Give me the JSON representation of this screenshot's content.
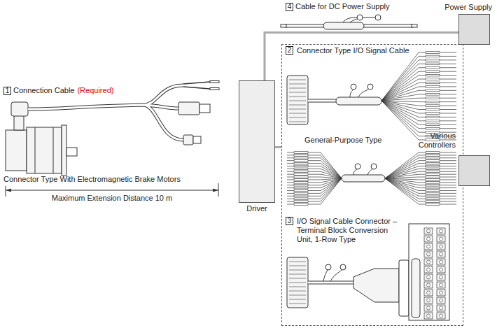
{
  "diagram": {
    "nodes": [
      {
        "text": [
          "Driver"
        ]
      },
      {
        "text": [
          "Power Supply"
        ]
      },
      {
        "text": [
          "Connector Type I/O Signal Cable",
          "General-Purpose Type",
          "I/O Signal Cable Connector – Terminal Block Conversion Unit, 1-Row Type"
        ]
      },
      {
        "text": [
          "Various Controllers"
        ]
      }
    ],
    "edges": [
      {
        "from": 0,
        "to": 1,
        "arrow": "none"
      },
      {
        "from": 0,
        "to": 2,
        "arrow": "none"
      }
    ],
    "labels": [
      "1",
      "Connection Cable",
      "(Required)",
      "Connector Type With Electromagnetic Brake Motors",
      "Maximum Extension Distance 10 m",
      "4",
      "Cable for DC Power Supply",
      "2",
      "3"
    ]
  }
}
